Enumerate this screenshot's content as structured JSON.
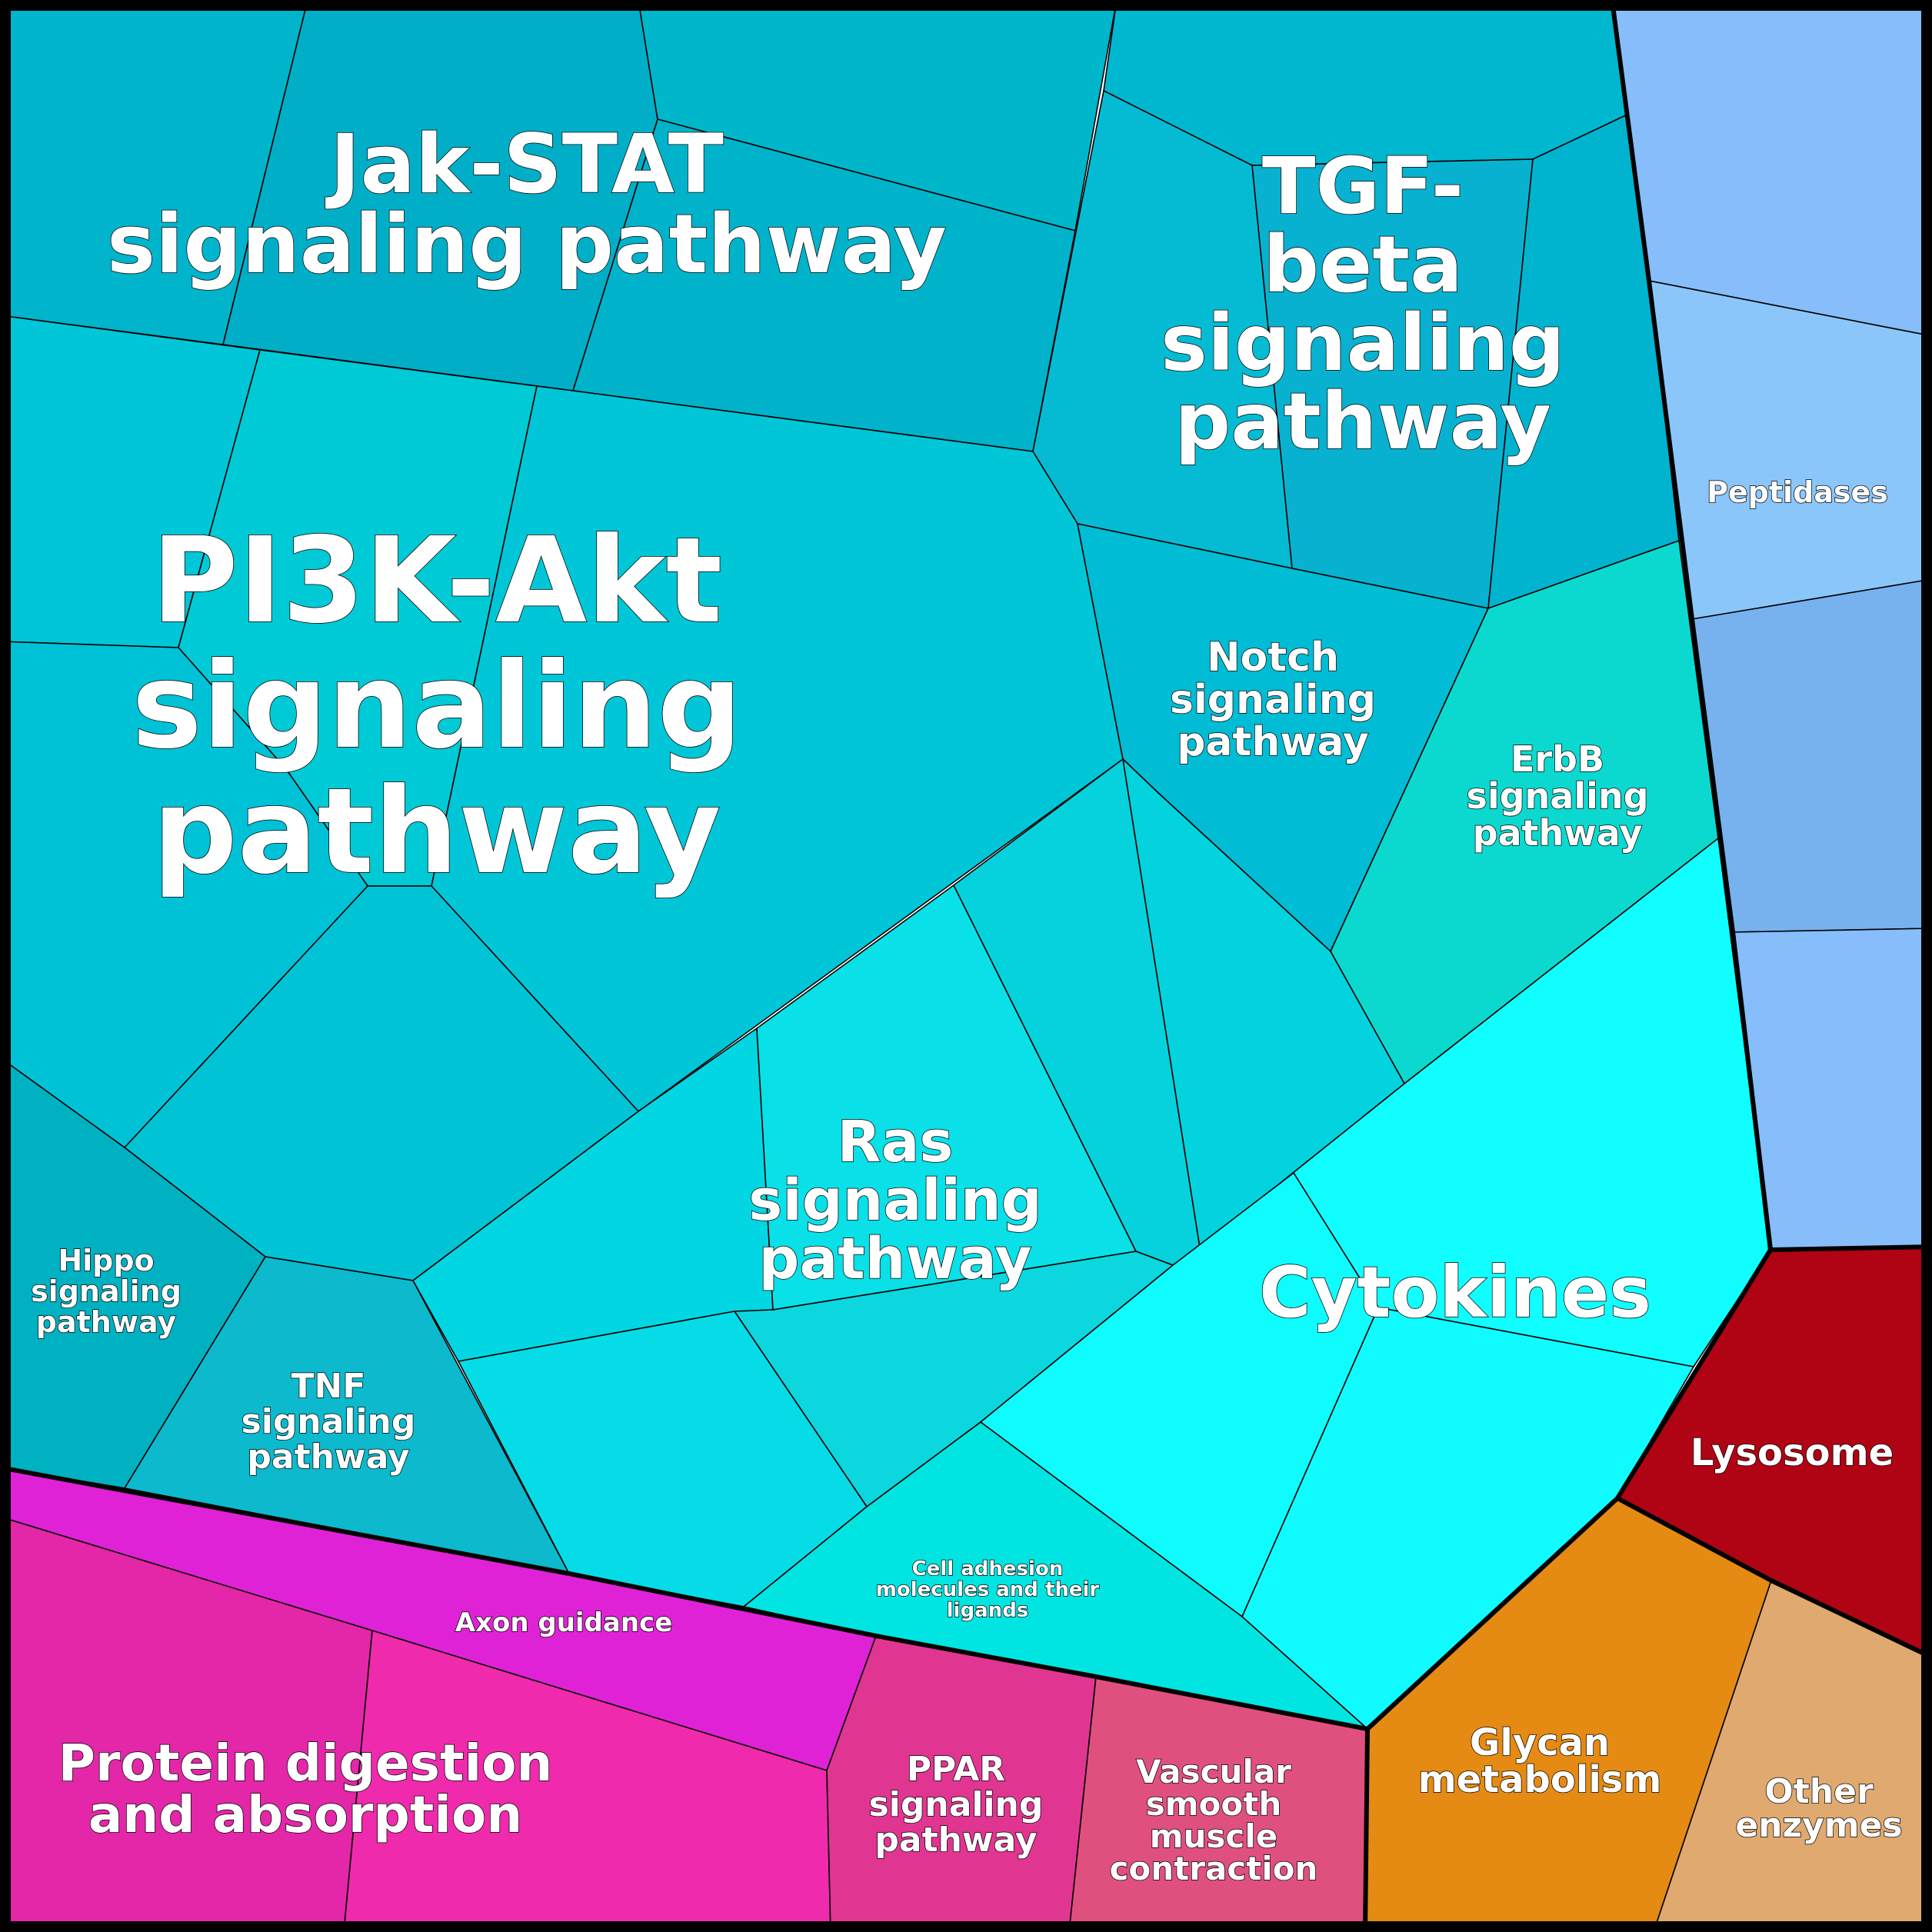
{
  "diagram": {
    "type": "voronoi-treemap",
    "groups": [
      {
        "key": "signaling",
        "color": "#00c8d8",
        "items": [
          {
            "key": "pi3k",
            "label": [
              "PI3K-Akt",
              "signaling",
              "pathway"
            ],
            "color": "#00c5d8"
          },
          {
            "key": "jakstat",
            "label": [
              "Jak-STAT",
              "signaling pathway"
            ],
            "color": "#00b0c9"
          },
          {
            "key": "tgfbeta",
            "label": [
              "TGF-",
              "beta",
              "signaling",
              "pathway"
            ],
            "color": "#05b5d0"
          },
          {
            "key": "notch",
            "label": [
              "Notch",
              "signaling",
              "pathway"
            ],
            "color": "#00bcd4"
          },
          {
            "key": "erbb",
            "label": [
              "ErbB",
              "signaling",
              "pathway"
            ],
            "color": "#0bd9cf"
          },
          {
            "key": "ras",
            "label": [
              "Ras",
              "signaling",
              "pathway"
            ],
            "color": "#0ad8e3"
          },
          {
            "key": "hippo",
            "label": [
              "Hippo",
              "signaling",
              "pathway"
            ],
            "color": "#00b3c4"
          },
          {
            "key": "tnf",
            "label": [
              "TNF",
              "signaling",
              "pathway"
            ],
            "color": "#0cb8cc"
          },
          {
            "key": "cytokines",
            "label": [
              "Cytokines"
            ],
            "color": "#10ffff"
          },
          {
            "key": "celladhesion",
            "label": [
              "Cell adhesion",
              "molecules and their",
              "ligands"
            ],
            "color": "#00e5e0"
          }
        ]
      },
      {
        "key": "peptidases-group",
        "color": "#86bdfa",
        "items": [
          {
            "key": "peptidases",
            "label": [
              "Peptidases"
            ],
            "color": "#86bdfa"
          }
        ]
      },
      {
        "key": "magenta-group",
        "color": "#e026d4",
        "items": [
          {
            "key": "axon",
            "label": [
              "Axon guidance"
            ],
            "color": "#df22d6"
          },
          {
            "key": "protein",
            "label": [
              "Protein digestion",
              "and absorption"
            ],
            "color": "#ee28ac"
          },
          {
            "key": "ppar",
            "label": [
              "PPAR",
              "signaling",
              "pathway"
            ],
            "color": "#e13592"
          },
          {
            "key": "vascular",
            "label": [
              "Vascular",
              "smooth",
              "muscle",
              "contraction"
            ],
            "color": "#e0507f"
          }
        ]
      },
      {
        "key": "enzymes-group",
        "color": "#e58a12",
        "items": [
          {
            "key": "lysosome",
            "label": [
              "Lysosome"
            ],
            "color": "#b00314"
          },
          {
            "key": "glycan",
            "label": [
              "Glycan",
              "metabolism"
            ],
            "color": "#e58a12"
          },
          {
            "key": "other",
            "label": [
              "Other",
              "enzymes"
            ],
            "color": "#dfa970"
          }
        ]
      }
    ]
  }
}
